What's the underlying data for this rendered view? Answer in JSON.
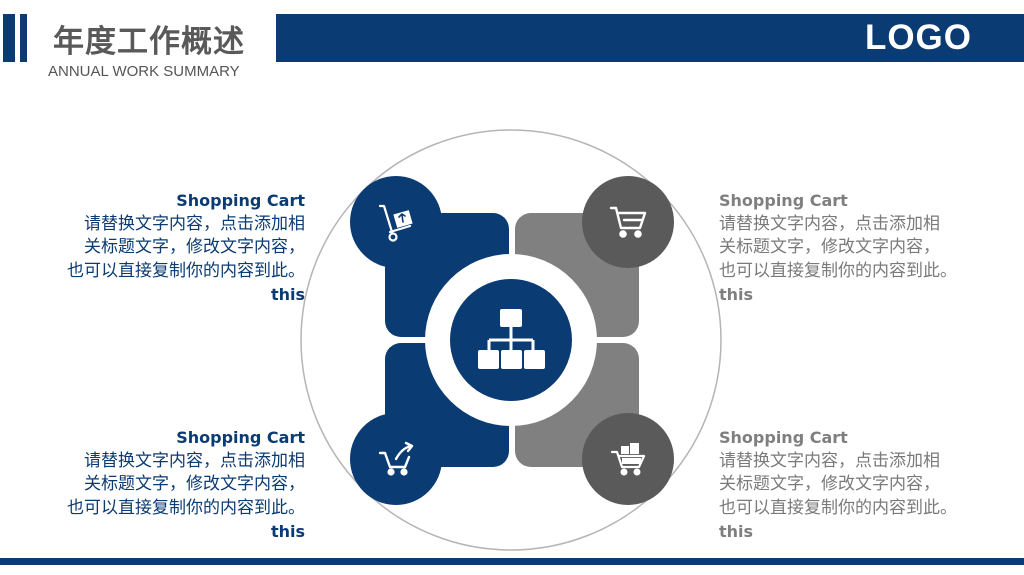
{
  "header": {
    "title": "年度工作概述",
    "subtitle": "ANNUAL WORK SUMMARY",
    "logo": "LOGO"
  },
  "colors": {
    "primary": "#0b3b73",
    "gray_dark": "#5a5a5a",
    "gray_mid": "#808080",
    "text_gray": "#7a7a7a"
  },
  "blocks": [
    {
      "heading": "Shopping Cart",
      "lines": [
        "请替换文字内容，点击添加相",
        "关标题文字，修改文字内容，",
        "也可以直接复制你的内容到此。"
      ],
      "tail": "this"
    },
    {
      "heading": "Shopping Cart",
      "lines": [
        "请替换文字内容，点击添加相",
        "关标题文字，修改文字内容，",
        "也可以直接复制你的内容到此。"
      ],
      "tail": "this"
    },
    {
      "heading": "Shopping Cart",
      "lines": [
        "请替换文字内容，点击添加相",
        "关标题文字，修改文字内容，",
        "也可以直接复制你的内容到此。"
      ],
      "tail": "this"
    },
    {
      "heading": "Shopping Cart",
      "lines": [
        "请替换文字内容，点击添加相",
        "关标题文字，修改文字内容，",
        "也可以直接复制你的内容到此。"
      ],
      "tail": "this"
    }
  ],
  "icons": {
    "top_left": "hand-truck-icon",
    "top_right": "shopping-cart-icon",
    "bottom_left": "cart-arrow-icon",
    "bottom_right": "cart-full-icon",
    "center": "org-chart-icon"
  }
}
